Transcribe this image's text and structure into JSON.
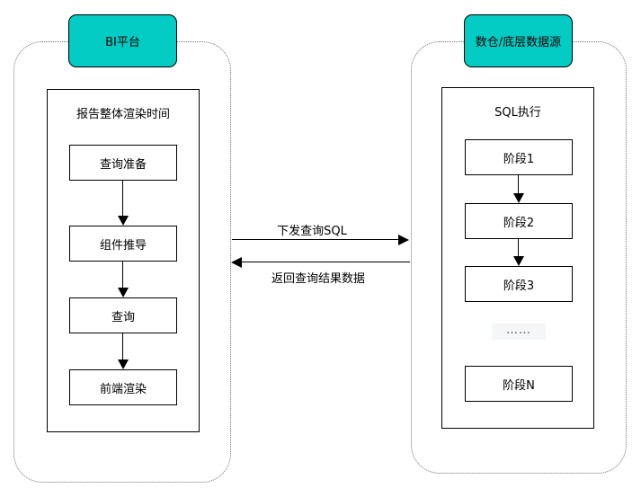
{
  "diagram": {
    "left_group": {
      "header": "BI平台",
      "panel_title": "报告整体渲染时间",
      "steps": [
        "查询准备",
        "组件推导",
        "查询",
        "前端渲染"
      ]
    },
    "right_group": {
      "header": "数仓/底层数据源",
      "panel_title": "SQL执行",
      "steps": [
        "阶段1",
        "阶段2",
        "阶段3",
        "阶段N"
      ],
      "ellipsis": "……"
    },
    "links": {
      "request_label": "下发查询SQL",
      "response_label": "返回查询结果数据"
    },
    "colors": {
      "header_fill": "#03ccc4",
      "shape_border": "#000000",
      "group_border": "#737373",
      "background": "#ffffff"
    }
  }
}
